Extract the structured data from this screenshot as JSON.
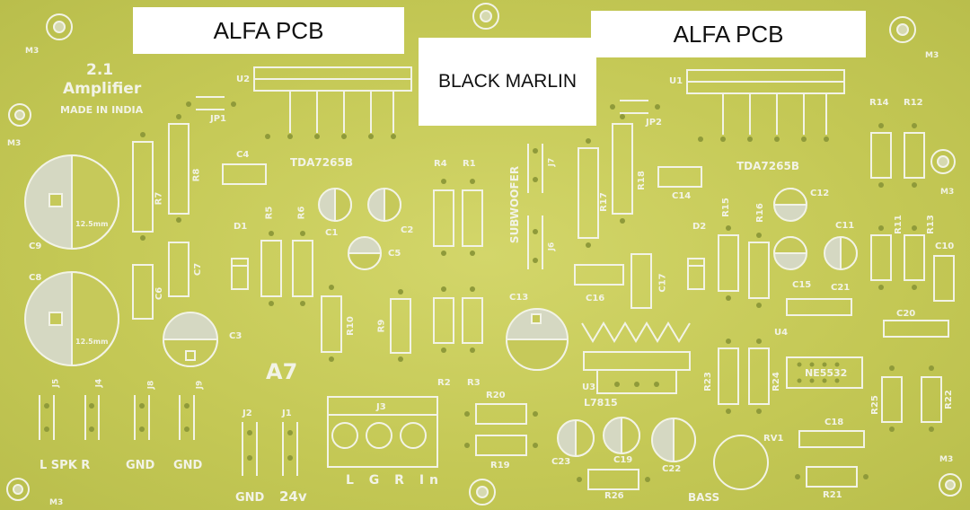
{
  "labels": {
    "left_brand": "ALFA PCB",
    "right_brand": "ALFA PCB",
    "center_name": "BLACK MARLIN"
  },
  "silkscreen": {
    "title_line1": "2.1",
    "title_line2": "Amplifier",
    "title_line3": "MADE IN INDIA",
    "model": "A7",
    "ic_left": "TDA7265B",
    "ic_right": "TDA7265B",
    "op_amp": "NE5532",
    "regulator": "L7815",
    "subwoofer": "SUBWOOFER",
    "out_left": "L SPK R",
    "gnd1": "GND",
    "gnd2": "GND",
    "power_gnd": "GND",
    "power_v": "24v",
    "input": "L G R In",
    "bass": "BASS",
    "cap_size": "12.5mm",
    "refs": {
      "U1": "U1",
      "U2": "U2",
      "U3": "U3",
      "U4": "U4",
      "JP1": "JP1",
      "JP2": "JP2",
      "C1": "C1",
      "C2": "C2",
      "C3": "C3",
      "C4": "C4",
      "C5": "C5",
      "C6": "C6",
      "C7": "C7",
      "C8": "C8",
      "C9": "C9",
      "C10": "C10",
      "C11": "C11",
      "C12": "C12",
      "C13": "C13",
      "C14": "C14",
      "C15": "C15",
      "C16": "C16",
      "C17": "C17",
      "C18": "C18",
      "C19": "C19",
      "C20": "C20",
      "C21": "C21",
      "C22": "C22",
      "C23": "C23",
      "R1": "R1",
      "R2": "R2",
      "R3": "R3",
      "R4": "R4",
      "R5": "R5",
      "R6": "R6",
      "R7": "R7",
      "R8": "R8",
      "R9": "R9",
      "R10": "R10",
      "R11": "R11",
      "R12": "R12",
      "R13": "R13",
      "R14": "R14",
      "R15": "R15",
      "R16": "R16",
      "R17": "R17",
      "R18": "R18",
      "R19": "R19",
      "R20": "R20",
      "R21": "R21",
      "R22": "R22",
      "R23": "R23",
      "R24": "R24",
      "R25": "R25",
      "R26": "R26",
      "D1": "D1",
      "D2": "D2",
      "RV1": "RV1",
      "J1": "J1",
      "J2": "J2",
      "J3": "J3",
      "J4": "J4",
      "J5": "J5",
      "J6": "J6",
      "J7": "J7",
      "J8": "J8",
      "J9": "J9",
      "M3": "M3"
    }
  },
  "colors": {
    "board": "#c9cc5a",
    "silk": "#f2f3e6",
    "pad": "#8f9a3a",
    "label_bg": "#ffffff"
  }
}
